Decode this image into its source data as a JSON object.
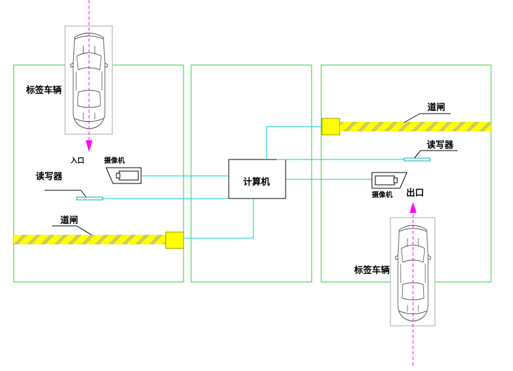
{
  "labels": {
    "tag_vehicle": "标签车辆",
    "entrance": "入口",
    "exit": "出口",
    "camera": "摄像机",
    "reader": "读写器",
    "barrier": "道闸",
    "computer": "计算机"
  },
  "colors": {
    "zone_border": "#33cc33",
    "wire": "#00cccc",
    "barrier_yellow": "#ffff00",
    "barrier_stripe": "#cccc66",
    "vehicle_path": "#ff00ff"
  },
  "icons": {
    "car": "car-top-view-icon",
    "camera": "camera-icon",
    "arrow": "arrow-down-icon"
  }
}
